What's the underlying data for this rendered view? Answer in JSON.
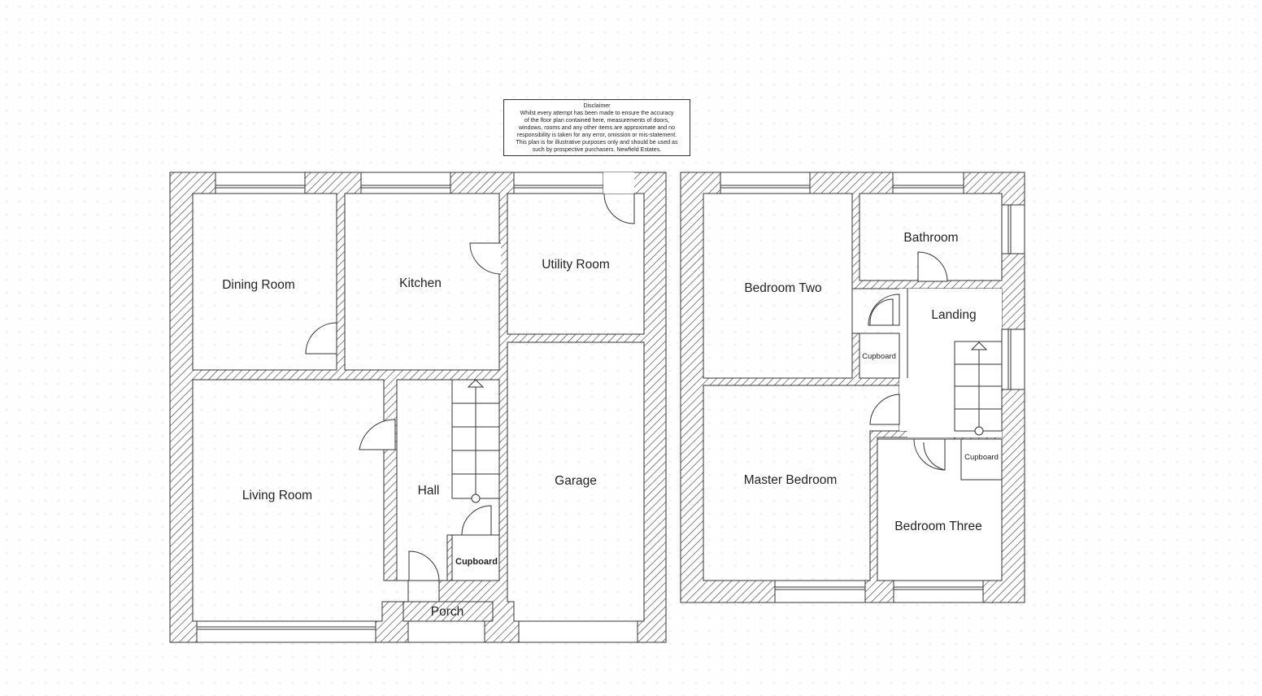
{
  "disclaimer": {
    "title": "Disclaimer",
    "lines": [
      "Whilst every attempt has been made to ensure the accuracy",
      "of the floor plan contained here, measurements of doors,",
      "windows, rooms and any other items are approximate and no",
      "responsibility is taken for any error, omission or mis-statement.",
      "This plan is for illustrative purposes only and should be used as",
      "such by prospective purchasers. Newfield Estates."
    ]
  },
  "ground_floor": {
    "dining_room": "Dining Room",
    "kitchen": "Kitchen",
    "utility_room": "Utility Room",
    "living_room": "Living Room",
    "hall": "Hall",
    "garage": "Garage",
    "cupboard": "Cupboard",
    "porch": "Porch"
  },
  "first_floor": {
    "bedroom_two": "Bedroom Two",
    "bathroom": "Bathroom",
    "landing": "Landing",
    "cupboard_left": "Cupboard",
    "cupboard_right": "Cupboard",
    "master_bedroom": "Master Bedroom",
    "bedroom_three": "Bedroom Three"
  },
  "colors": {
    "wall_line": "#333333",
    "hatch": "#444444",
    "background": "#ffffff"
  }
}
